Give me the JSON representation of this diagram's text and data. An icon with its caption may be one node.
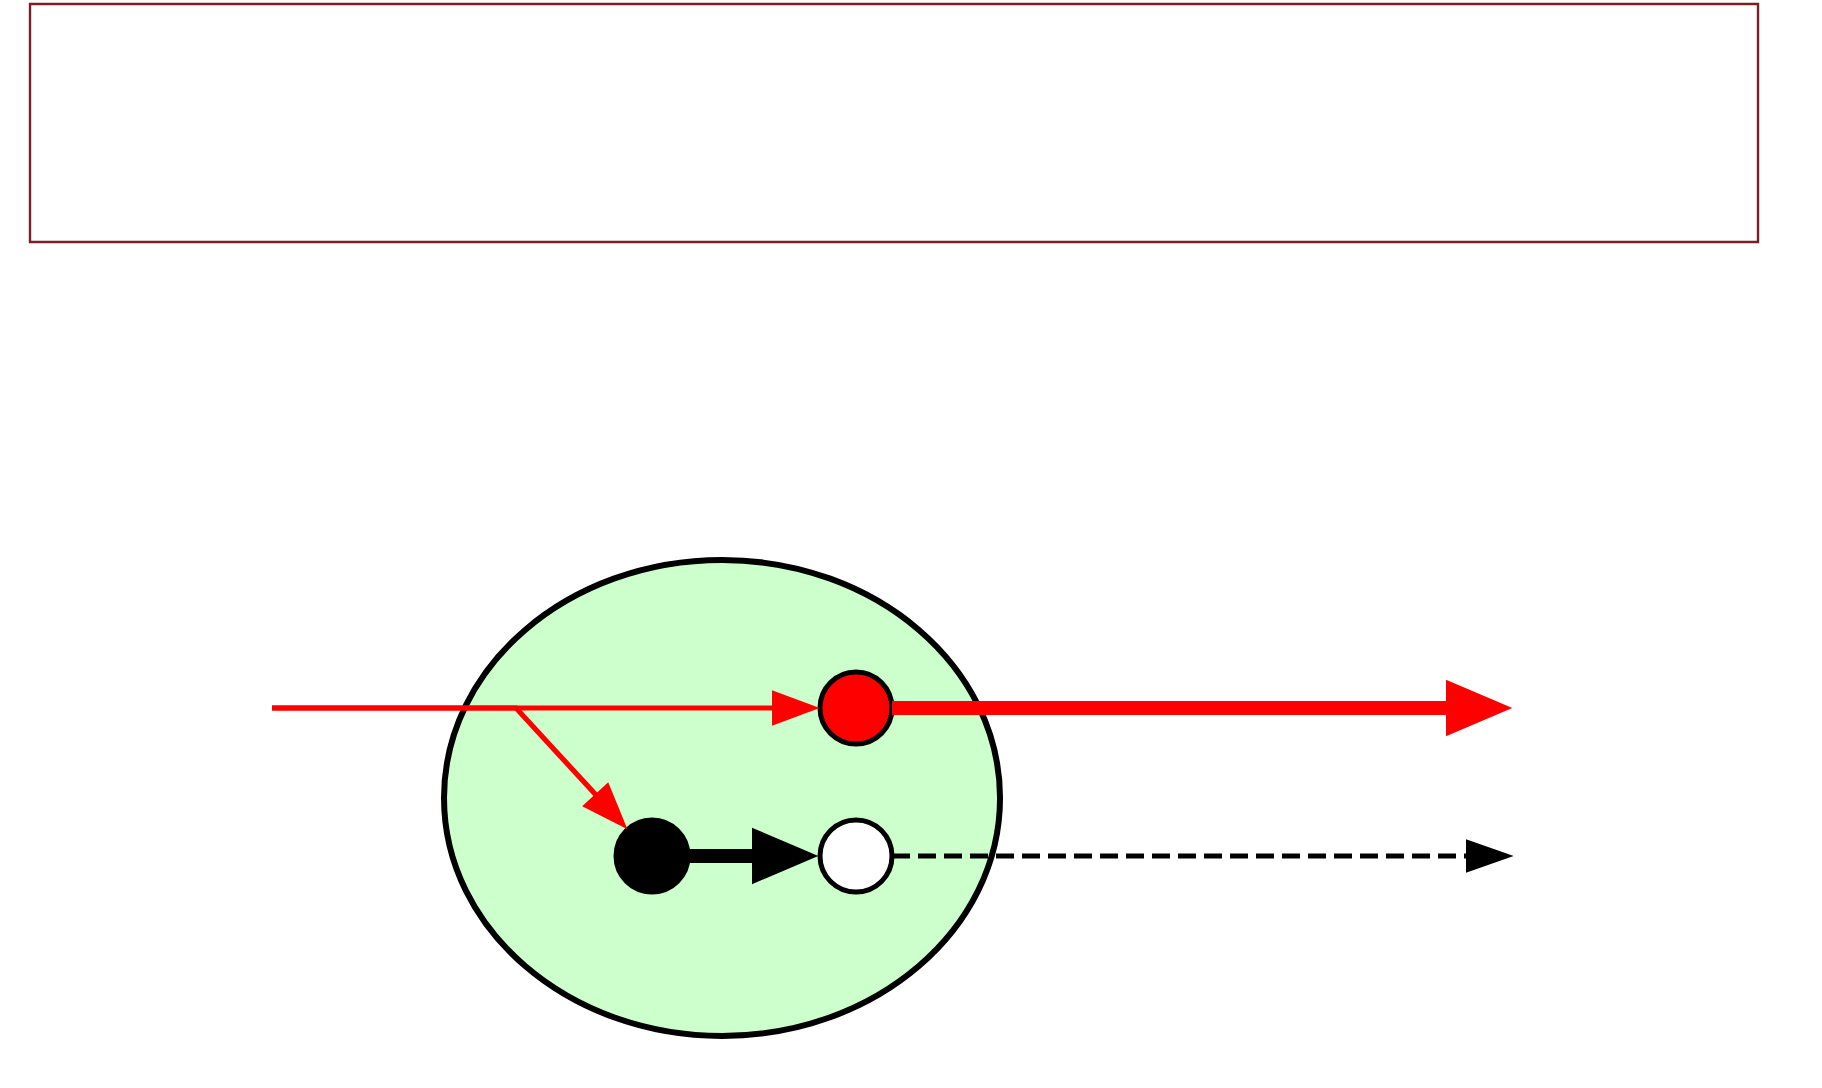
{
  "diagram": {
    "nodes": [
      {
        "text": [],
        "shape": "box"
      },
      {
        "text": [],
        "shape": "ellipse"
      },
      {
        "text": [],
        "shape": "circle",
        "in": 1
      },
      {
        "text": [],
        "shape": "circle",
        "in": 1
      },
      {
        "text": [],
        "shape": "circle",
        "in": 1
      }
    ],
    "edges": [
      {
        "from": null,
        "to": 2,
        "arrow": "to",
        "color": "#ff0000"
      },
      {
        "from": null,
        "to": 3,
        "arrow": "to",
        "color": "#ff0000"
      },
      {
        "from": 2,
        "to": null,
        "arrow": "to",
        "style": "thick",
        "color": "#ff0000"
      },
      {
        "from": 3,
        "to": 4,
        "arrow": "to",
        "style": "thick",
        "color": "#000000"
      },
      {
        "from": 4,
        "to": null,
        "arrow": "to",
        "style": "dashed",
        "color": "#000000"
      }
    ]
  }
}
